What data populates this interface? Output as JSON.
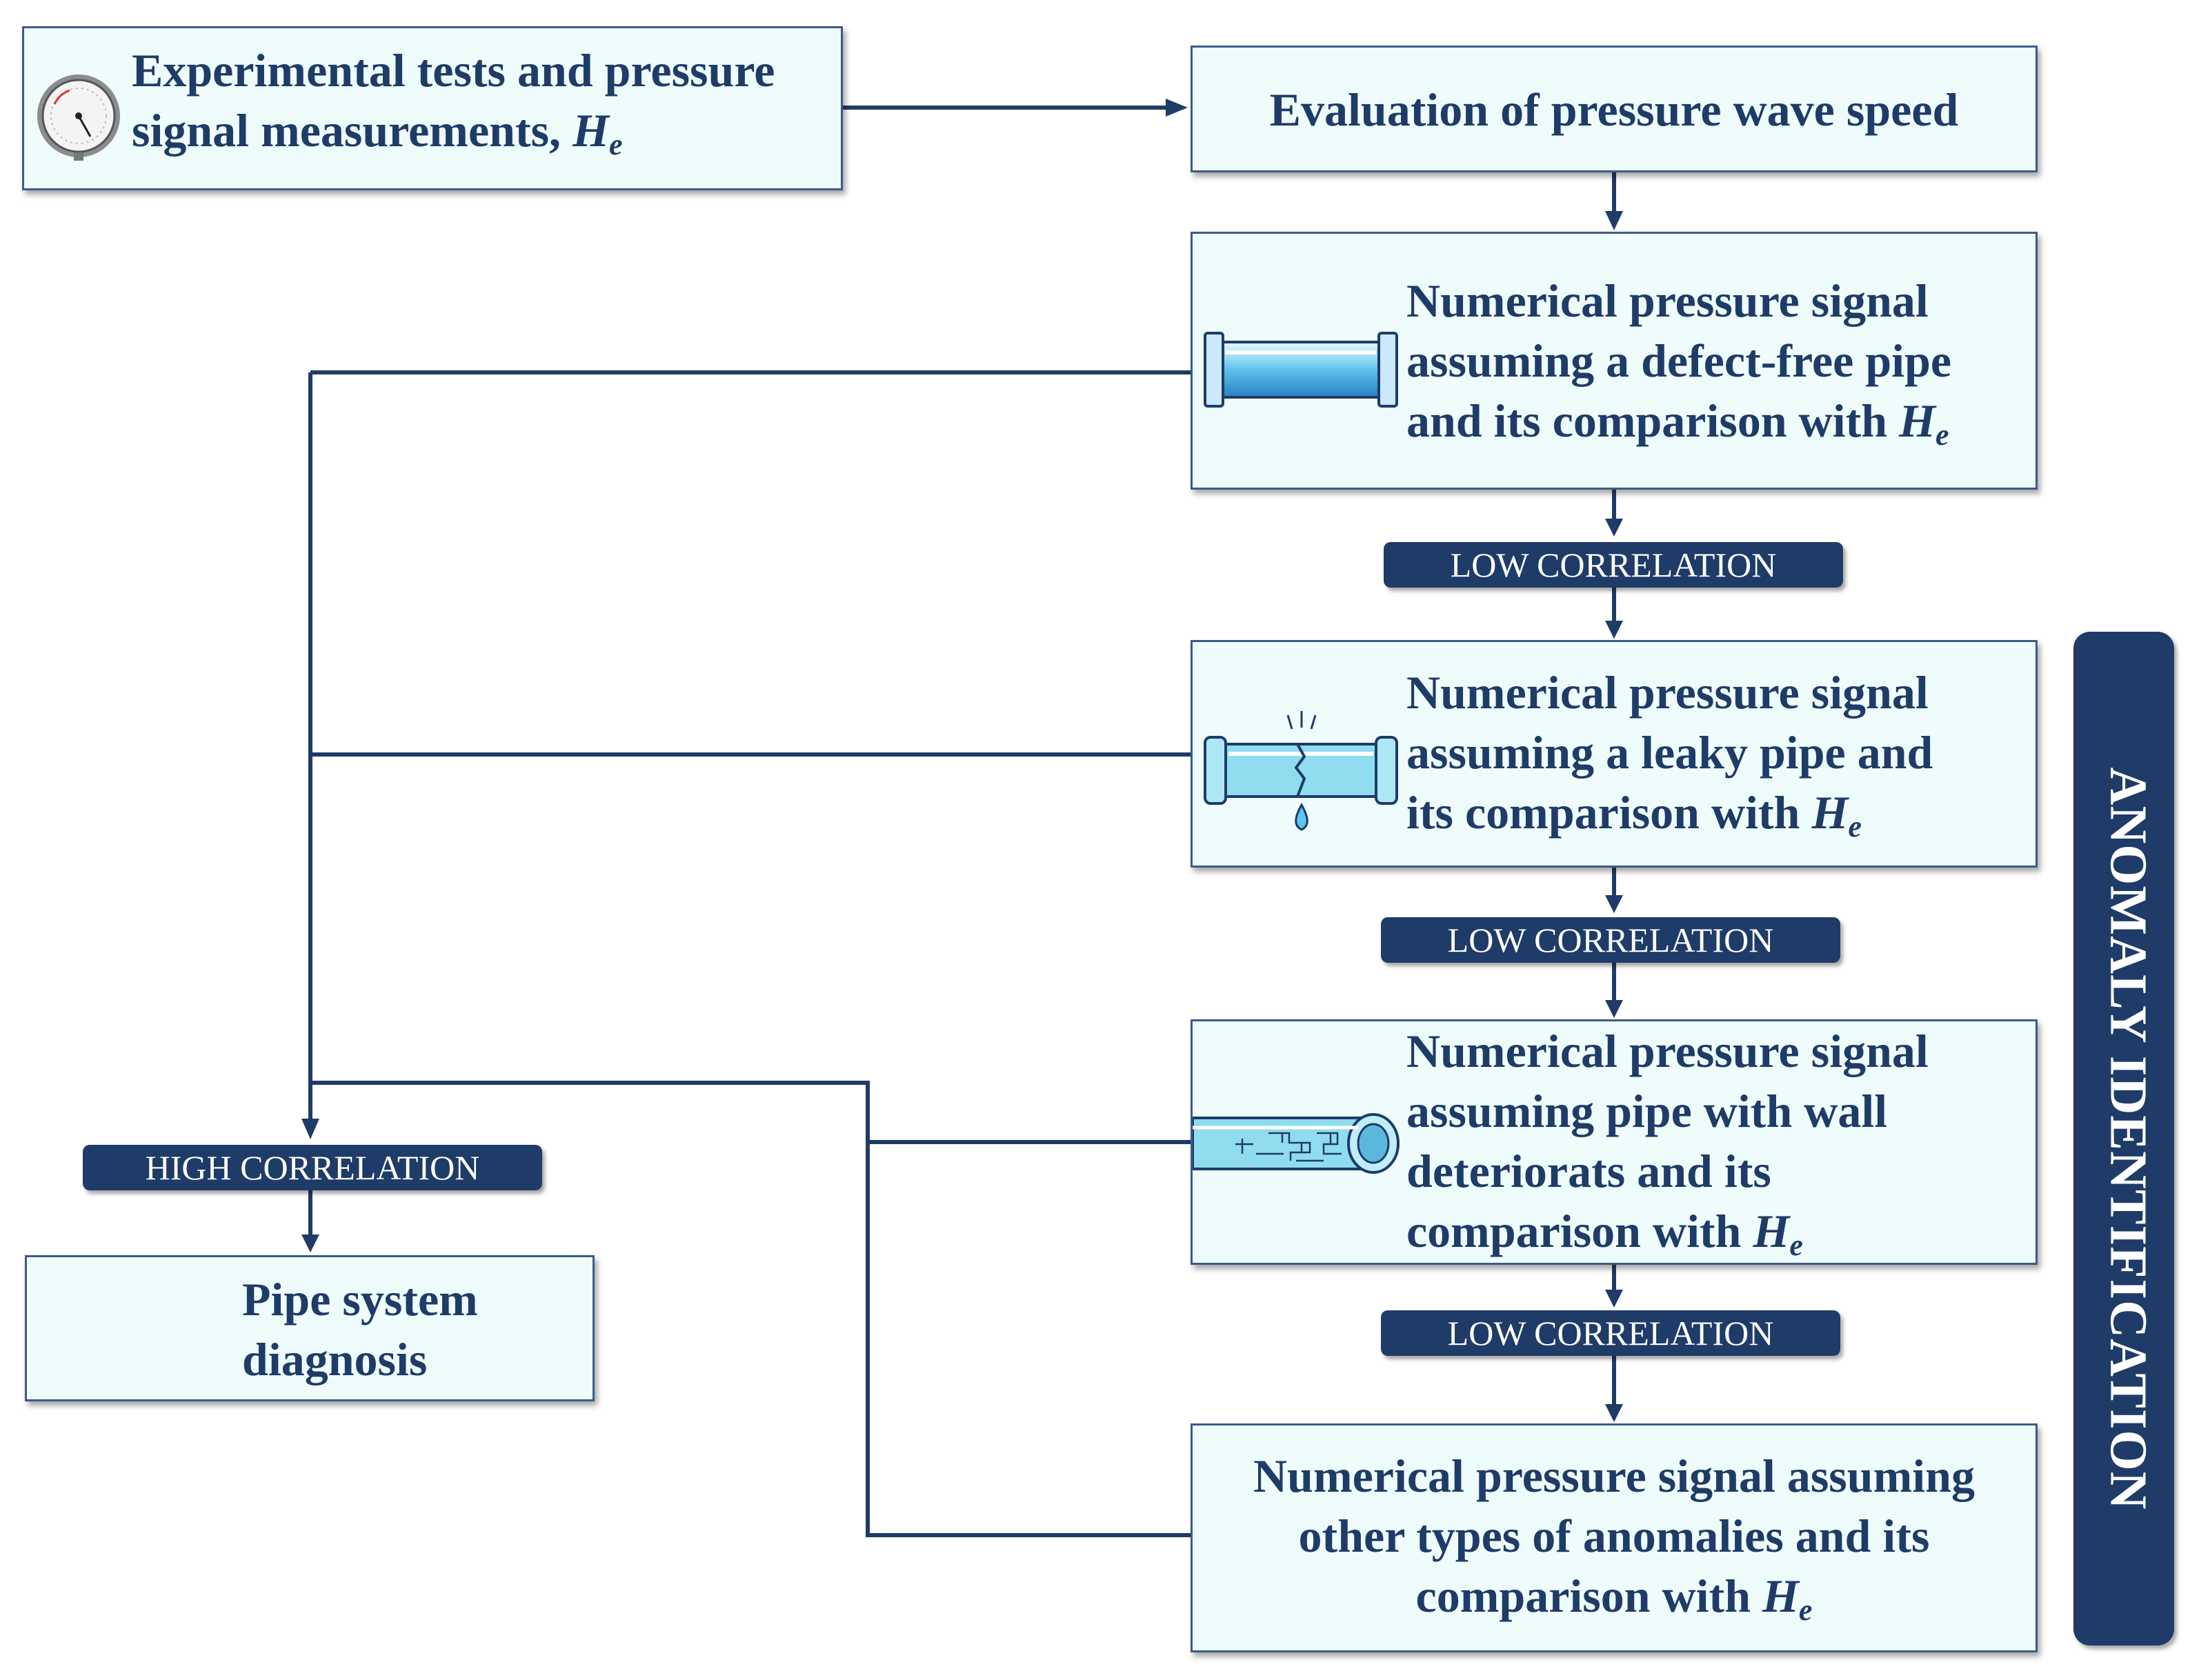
{
  "boxes": {
    "experimental": {
      "line1": "Experimental tests and pressure",
      "line2": "signal measurements, ",
      "symbol": "H",
      "sub": "e"
    },
    "wave_speed": {
      "text": "Evaluation of pressure wave speed"
    },
    "defect_free": {
      "line1": "Numerical pressure signal",
      "line2": "assuming a defect-free pipe",
      "line3": "and its comparison with ",
      "symbol": "H",
      "sub": "e"
    },
    "leaky": {
      "line1": "Numerical pressure signal",
      "line2": "assuming a leaky pipe and",
      "line3": "its comparison with ",
      "symbol": "H",
      "sub": "e"
    },
    "wall": {
      "line1": "Numerical pressure signal",
      "line2": "assuming pipe with wall",
      "line3": "deteriorats and its",
      "line4": "comparison with ",
      "symbol": "H",
      "sub": "e"
    },
    "other": {
      "line1": "Numerical pressure signal assuming",
      "line2": "other types of anomalies and its",
      "line3": "comparison with ",
      "symbol": "H",
      "sub": "e"
    },
    "diagnosis": {
      "line1": "Pipe system",
      "line2": "diagnosis"
    }
  },
  "badges": {
    "low1": "LOW CORRELATION",
    "low2": "LOW CORRELATION",
    "low3": "LOW CORRELATION",
    "high": "HIGH CORRELATION"
  },
  "side_label": "ANOMALY IDENTIFICATION",
  "icons": [
    "pressure-gauge-icon",
    "pipe-icon",
    "leaky-pipe-icon",
    "deteriorated-pipe-icon"
  ],
  "colors": {
    "line": "#1f3b68",
    "box_fill": "#effcfc",
    "box_border": "#3c5b8a",
    "badge_fill": "#1f3b68"
  }
}
